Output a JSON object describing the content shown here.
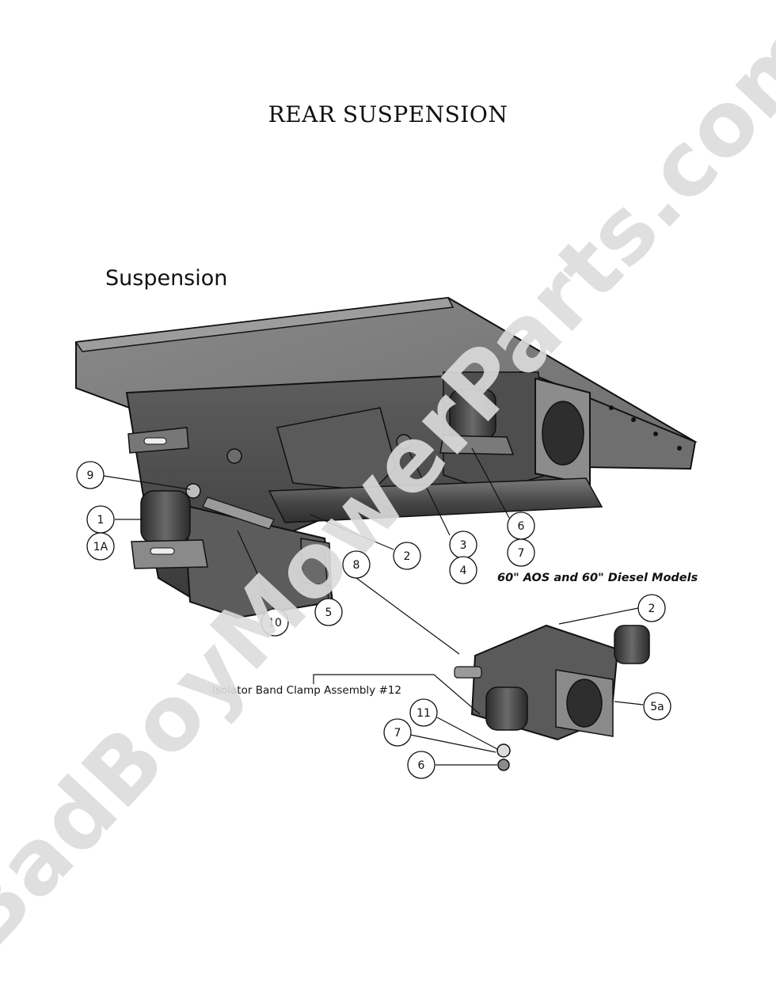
{
  "header": {
    "title": "REAR SUSPENSION"
  },
  "section": {
    "title": "Suspension"
  },
  "captions": {
    "models": "60\" AOS and 60\" Diesel Models",
    "clamp": "Isolator Band Clamp Assembly #12"
  },
  "watermark": {
    "text": "BadBoyMowerParts.com"
  },
  "callouts": {
    "c9": "9",
    "c1": "1",
    "c1a": "1A",
    "c10": "10",
    "c5": "5",
    "c8": "8",
    "c2": "2",
    "c3": "3",
    "c4": "4",
    "c6": "6",
    "c7": "7",
    "c2b": "2",
    "c5a": "5a",
    "c11": "11",
    "c7b": "7",
    "c6b": "6"
  }
}
